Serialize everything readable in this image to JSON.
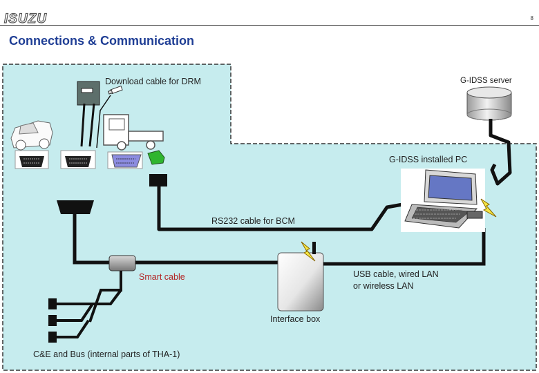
{
  "header": {
    "logo_text": "ISUZU",
    "page_number": "8",
    "title": "Connections & Communication"
  },
  "labels": {
    "download_cable": "Download cable for DRM",
    "gidss_server": "G-IDSS server",
    "gidss_pc": "G-IDSS installed PC",
    "rs232_cable": "RS232 cable for BCM",
    "smart_cable": "Smart cable",
    "usb_cable_line1": "USB cable, wired LAN",
    "usb_cable_line2": "or wireless LAN",
    "interface_box": "Interface box",
    "internal_parts": "C&E and Bus (internal parts of THA-1)"
  },
  "colors": {
    "background_area": "#c6ecee",
    "title": "#1f3e95",
    "smart_cable_label": "#b22222",
    "cable": "#111111",
    "connector_purple": "#8c8ce0",
    "connector_green": "#2fb52f"
  }
}
